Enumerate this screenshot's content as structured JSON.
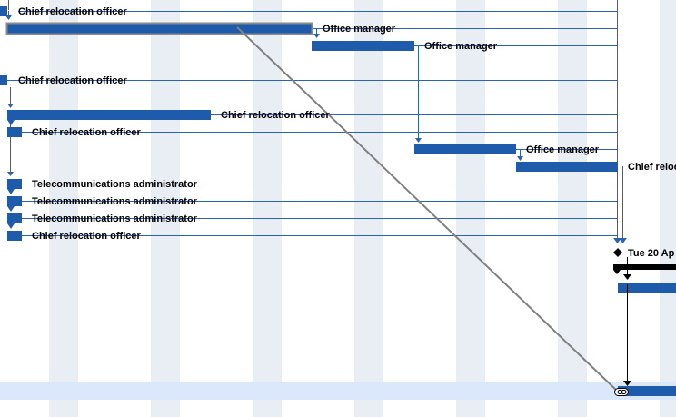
{
  "colors": {
    "bar": "#1f5bab",
    "connector": "#2a63b4",
    "summary": "#000000",
    "weekend_band": "#e9eef5",
    "selected_row": "#dbe8fb",
    "drag_line": "#808080"
  },
  "tasks": [
    {
      "resource": "Chief relocation officer"
    },
    {
      "resource": "Office manager"
    },
    {
      "resource": "Office manager"
    },
    {
      "resource": "Chief relocation officer"
    },
    {
      "resource": "Chief relocation officer"
    },
    {
      "resource": "Chief relocation officer"
    },
    {
      "resource": "Office manager"
    },
    {
      "resource": "Chief reloc"
    },
    {
      "resource": "Telecommunications administrator"
    },
    {
      "resource": "Telecommunications administrator"
    },
    {
      "resource": "Telecommunications administrator"
    },
    {
      "resource": "Chief relocation officer"
    }
  ],
  "milestone": {
    "label": "Tue 20 Ap",
    "icon": "diamond-icon"
  },
  "link_icon": "link-icon"
}
